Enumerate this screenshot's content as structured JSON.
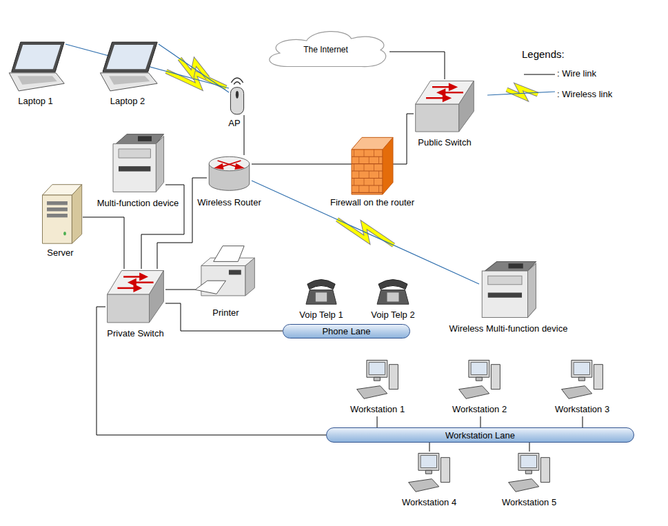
{
  "diagram": {
    "nodes": [
      {
        "text": [
          "The Internet"
        ]
      },
      {
        "text": [
          "Laptop 1"
        ]
      },
      {
        "text": [
          "Laptop 2"
        ]
      },
      {
        "text": [
          "AP"
        ]
      },
      {
        "text": [
          "Public Switch"
        ]
      },
      {
        "text": [
          "Multi-function device"
        ]
      },
      {
        "text": [
          "Wireless Router"
        ]
      },
      {
        "text": [
          "Firewall on the router"
        ]
      },
      {
        "text": [
          "Server"
        ]
      },
      {
        "text": [
          "Printer"
        ]
      },
      {
        "text": [
          "Private Switch"
        ]
      },
      {
        "text": [
          "Voip Telp 1"
        ]
      },
      {
        "text": [
          "Voip Telp 2"
        ]
      },
      {
        "text": [
          "Phone Lane"
        ]
      },
      {
        "text": [
          "Wireless Multi-function device"
        ]
      },
      {
        "text": [
          "Workstation 1"
        ]
      },
      {
        "text": [
          "Workstation 2"
        ]
      },
      {
        "text": [
          "Workstation 3"
        ]
      },
      {
        "text": [
          "Workstation Lane"
        ]
      },
      {
        "text": [
          "Workstation 4"
        ]
      },
      {
        "text": [
          "Workstation 5"
        ]
      }
    ],
    "edges": [
      {
        "from": 0,
        "to": 4,
        "arrow": "none"
      },
      {
        "from": 4,
        "to": 7,
        "arrow": "none"
      },
      {
        "from": 7,
        "to": 6,
        "arrow": "none"
      },
      {
        "from": 6,
        "to": 3,
        "arrow": "none"
      },
      {
        "from": 1,
        "to": 3,
        "arrow": "none"
      },
      {
        "from": 2,
        "to": 3,
        "arrow": "none"
      },
      {
        "from": 6,
        "to": 14,
        "arrow": "none"
      },
      {
        "from": 6,
        "to": 10,
        "arrow": "none"
      },
      {
        "from": 5,
        "to": 10,
        "arrow": "none"
      },
      {
        "from": 8,
        "to": 10,
        "arrow": "none"
      },
      {
        "from": 9,
        "to": 10,
        "arrow": "none"
      },
      {
        "from": 10,
        "to": 13,
        "arrow": "none"
      },
      {
        "from": 10,
        "to": 18,
        "arrow": "none"
      },
      {
        "from": 18,
        "to": 15,
        "arrow": "none"
      },
      {
        "from": 18,
        "to": 16,
        "arrow": "none"
      },
      {
        "from": 18,
        "to": 17,
        "arrow": "none"
      },
      {
        "from": 18,
        "to": 19,
        "arrow": "none"
      },
      {
        "from": 18,
        "to": 20,
        "arrow": "none"
      }
    ],
    "labels": [
      "Legends:"
    ],
    "legend": [
      {
        "text": ": Wire link"
      },
      {
        "text": ": Wireless link"
      }
    ]
  }
}
